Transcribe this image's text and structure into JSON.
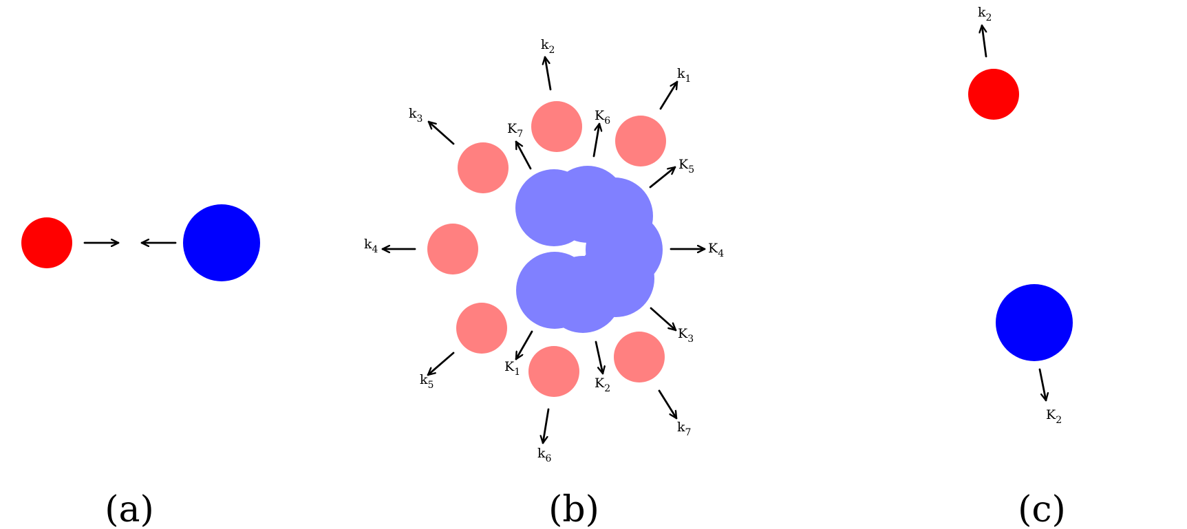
{
  "colors": {
    "small_particle_a": "#ff0000",
    "large_particle_a": "#0000ff",
    "small_particle_b": "#ff8080",
    "large_particle_b": "#8080ff",
    "small_particle_c": "#ff0000",
    "large_particle_c": "#0000ff",
    "arrow": "#000000"
  },
  "panels": {
    "a": {
      "label": "(a)"
    },
    "b": {
      "label": "(b)",
      "small_labels": [
        {
          "base": "k",
          "sub": "1"
        },
        {
          "base": "k",
          "sub": "2"
        },
        {
          "base": "k",
          "sub": "3"
        },
        {
          "base": "k",
          "sub": "4"
        },
        {
          "base": "k",
          "sub": "5"
        },
        {
          "base": "k",
          "sub": "6"
        },
        {
          "base": "k",
          "sub": "7"
        }
      ],
      "large_labels": [
        {
          "base": "K",
          "sub": "1"
        },
        {
          "base": "K",
          "sub": "2"
        },
        {
          "base": "K",
          "sub": "3"
        },
        {
          "base": "K",
          "sub": "4"
        },
        {
          "base": "K",
          "sub": "5"
        },
        {
          "base": "K",
          "sub": "6"
        },
        {
          "base": "K",
          "sub": "7"
        }
      ]
    },
    "c": {
      "label": "(c)",
      "small_label": {
        "base": "k",
        "sub": "2"
      },
      "large_label": {
        "base": "K",
        "sub": "2"
      }
    }
  }
}
